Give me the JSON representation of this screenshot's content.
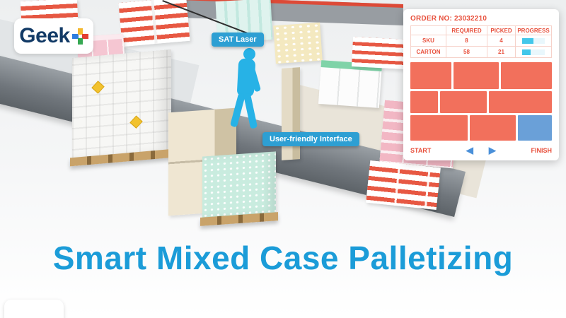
{
  "brand": {
    "name": "Geek+",
    "text": "Geek",
    "plus": "+"
  },
  "title": "Smart Mixed Case Palletizing",
  "badges": {
    "sat_laser": "SAT Laser",
    "user_interface": "User-friendly Interface"
  },
  "panel": {
    "order_no": "ORDER NO: 23032210",
    "table": {
      "headers": {
        "required": "REQUIRED",
        "picked": "PICKED",
        "progress": "PROGRESS"
      },
      "rows": [
        {
          "name": "SKU",
          "required": "8",
          "picked": "4",
          "progress_pct": 50
        },
        {
          "name": "CARTON",
          "required": "58",
          "picked": "21",
          "progress_pct": 36
        }
      ]
    },
    "pallet_grid": {
      "rows": [
        {
          "h": 36,
          "cells": [
            {
              "w": 30,
              "color": "orange"
            },
            {
              "w": 33,
              "color": "orange"
            },
            {
              "w": 37,
              "color": "orange"
            }
          ]
        },
        {
          "h": 30,
          "cells": [
            {
              "w": 20,
              "color": "orange"
            },
            {
              "w": 34,
              "color": "orange"
            },
            {
              "w": 46,
              "color": "orange"
            }
          ]
        },
        {
          "h": 34,
          "cells": [
            {
              "w": 42,
              "color": "orange"
            },
            {
              "w": 33,
              "color": "orange"
            },
            {
              "w": 25,
              "color": "blue"
            }
          ]
        }
      ]
    },
    "controls": {
      "start": "START",
      "finish": "FINISH",
      "prev_glyph": "◀",
      "next_glyph": "▶",
      "prev_icon": "left-arrow-icon",
      "next_icon": "right-arrow-icon"
    }
  },
  "colors": {
    "accent_blue": "#1b9cd8",
    "badge_blue": "#2d9fd3",
    "panel_red": "#e8503c",
    "grid_orange": "#f2705c",
    "grid_blue": "#6aa0d8",
    "progress_cyan": "#43c7ea",
    "figure_cyan": "#27b2e6",
    "rail_red": "#dd4a37"
  }
}
